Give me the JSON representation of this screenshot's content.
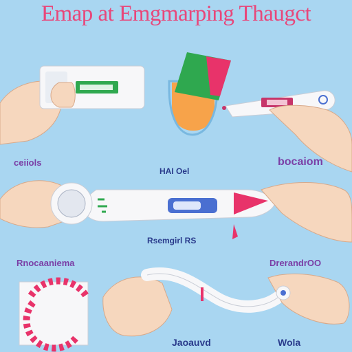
{
  "title": "Emap at Emgmarping Thaugct",
  "labels": {
    "left_top": "ceiiols",
    "right_top": "bocaiom",
    "center_top": "HAI Oel",
    "center_mid": "Rsemgirl RS",
    "left_mid": "Rnocaaniema",
    "right_mid": "DrerandrOO",
    "bottom_center": "Jaoauvd",
    "bottom_right": "Wola"
  },
  "colors": {
    "background": "#a9d6f1",
    "title": "#e8477a",
    "skin": "#f6d7be",
    "device": "#f5f6f8",
    "accent_pink": "#e8336a",
    "accent_blue": "#4a6fd1",
    "accent_green": "#2fa84f",
    "accent_orange": "#f7a34a"
  },
  "icons": {
    "tube": "test-tube-icon",
    "thermometer": "thermometer-icon",
    "stick": "pregnancy-test-icon",
    "calendar": "cycle-calendar-icon"
  }
}
